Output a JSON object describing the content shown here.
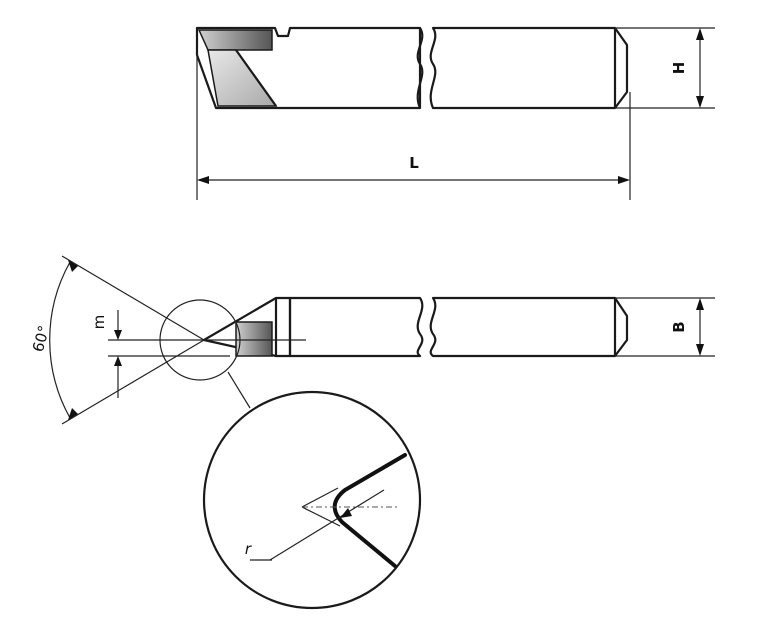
{
  "labels": {
    "length": "L",
    "height": "H",
    "width": "B",
    "angle": "60°",
    "offset": "m",
    "radius": "r"
  },
  "colors": {
    "line": "#1a1a1a",
    "shade_light": "#fafafa",
    "shade_dark": "#bdbdbd"
  }
}
